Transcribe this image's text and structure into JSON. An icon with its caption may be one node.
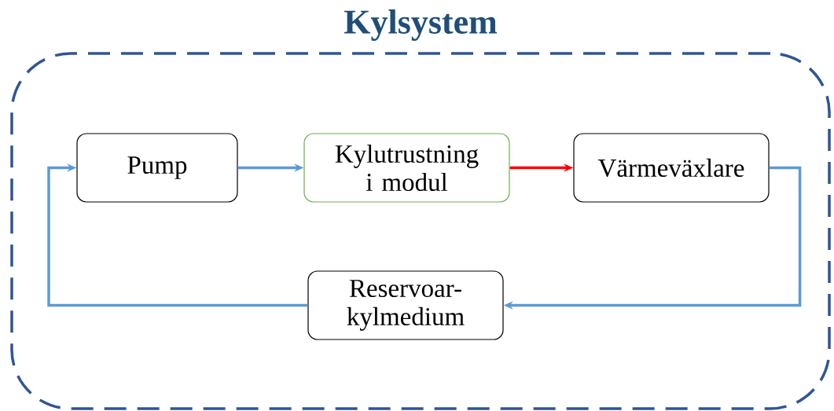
{
  "diagram": {
    "nodes": [
      {
        "text": [
          "Kylsystem"
        ]
      },
      {
        "text": [
          "Pump"
        ],
        "in": 0
      },
      {
        "text": [
          "Kylutrustning i modul"
        ],
        "in": 0
      },
      {
        "text": [
          "Värmeväxlare"
        ],
        "in": 0
      },
      {
        "text": [
          "Reservoar-kylmedium"
        ],
        "in": 0
      }
    ],
    "edges": [
      {
        "from": 1,
        "to": 2,
        "arrow": "to"
      },
      {
        "from": 2,
        "to": 3,
        "arrow": "to",
        "color": "#ff0000"
      },
      {
        "from": 3,
        "to": 4,
        "arrow": "to"
      },
      {
        "from": 4,
        "to": 1,
        "arrow": "to"
      }
    ]
  }
}
